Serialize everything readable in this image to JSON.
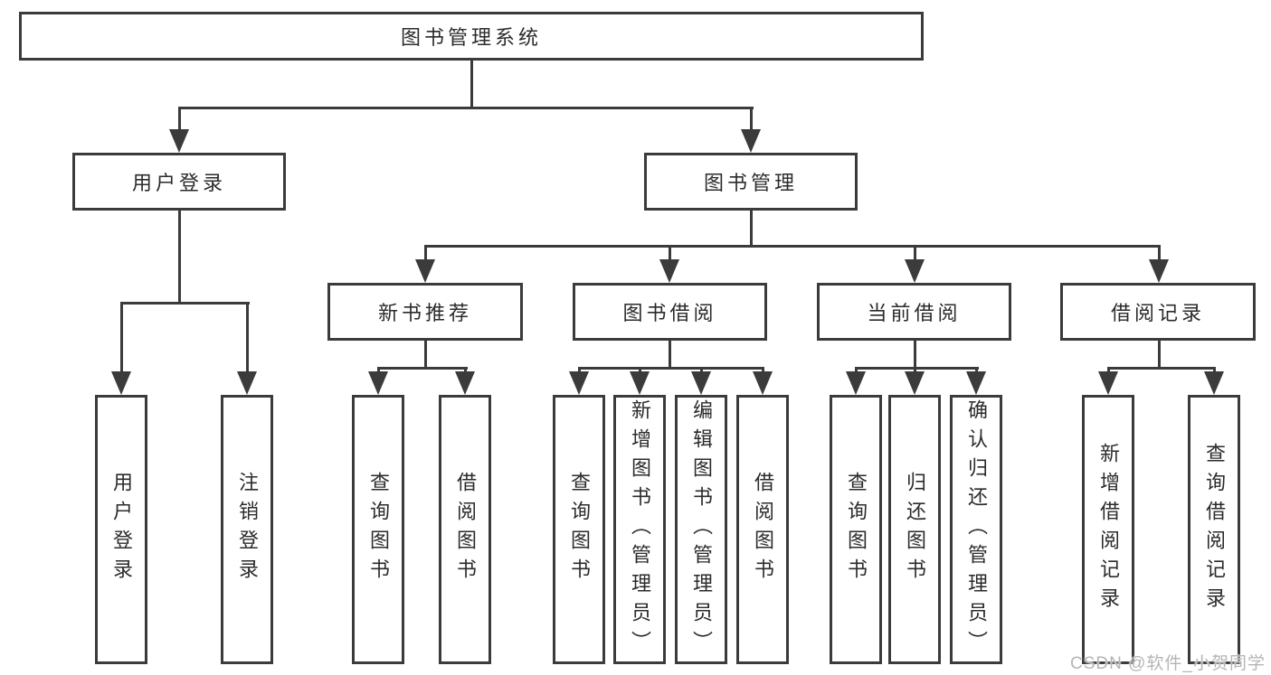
{
  "colors": {
    "line": "#3b3b3b",
    "box_border": "#3b3b3b",
    "text": "#2b2b2b",
    "background": "#ffffff",
    "watermark": "#b5b5b8"
  },
  "watermark": {
    "text": "CSDN @软件_小贺同学"
  },
  "tree": {
    "label": "图书管理系统",
    "children": [
      {
        "label": "用户登录",
        "children": [
          {
            "label": "用户登录"
          },
          {
            "label": "注销登录"
          }
        ]
      },
      {
        "label": "图书管理",
        "children": [
          {
            "label": "新书推荐",
            "children": [
              {
                "label": "查询图书"
              },
              {
                "label": "借阅图书"
              }
            ]
          },
          {
            "label": "图书借阅",
            "children": [
              {
                "label": "查询图书"
              },
              {
                "label": "新增图书（管理员）"
              },
              {
                "label": "编辑图书（管理员）"
              },
              {
                "label": "借阅图书"
              }
            ]
          },
          {
            "label": "当前借阅",
            "children": [
              {
                "label": "查询图书"
              },
              {
                "label": "归还图书"
              },
              {
                "label": "确认归还（管理员）"
              }
            ]
          },
          {
            "label": "借阅记录",
            "children": [
              {
                "label": "新增借阅记录"
              },
              {
                "label": "查询借阅记录"
              }
            ]
          }
        ]
      }
    ]
  }
}
